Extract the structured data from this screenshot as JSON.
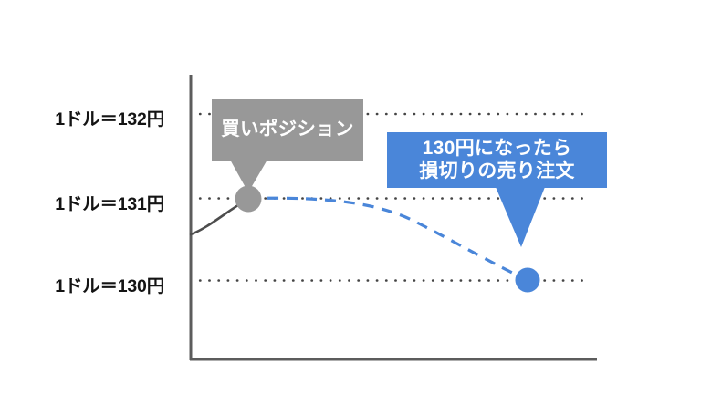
{
  "figure": {
    "title_visible": false,
    "background_color": "#ffffff",
    "gray_color": "#989898",
    "blue_color": "#4a86d9",
    "axis_color": "#5a5a5a",
    "curve_gray_color": "#4d4d4d"
  },
  "axis_labels": {
    "level_132": "1ドル＝132円",
    "level_131": "1ドル＝131円",
    "level_130": "1ドル＝130円"
  },
  "callouts": {
    "buy_position": {
      "lines": [
        "買いポジション"
      ],
      "color": "#989898",
      "text_color": "#ffffff"
    },
    "stop_loss": {
      "lines": [
        "130円になったら",
        "損切りの売り注文"
      ],
      "color": "#4a86d9",
      "text_color": "#ffffff"
    }
  },
  "markers": {
    "entry": {
      "label": "買いポジション",
      "price": 131,
      "color": "#989898"
    },
    "stop": {
      "label": "損切りの売り注文",
      "price": 130,
      "color": "#4a86d9"
    }
  },
  "chart_data": {
    "type": "line",
    "title": "",
    "xlabel": "",
    "ylabel": "",
    "grid": true,
    "gridlines_y": [
      132,
      131,
      130
    ],
    "ytick_labels": [
      "1ドル＝132円",
      "1ドル＝131円",
      "1ドル＝130円"
    ],
    "ylim": [
      129.1,
      132.6
    ],
    "xlim": [
      0,
      10
    ],
    "legend": "none",
    "series": [
      {
        "name": "past-rate",
        "style": "solid",
        "color": "#4d4d4d",
        "x": [
          0.0,
          0.45,
          0.9,
          1.4
        ],
        "y": [
          130.58,
          130.72,
          130.9,
          131.0
        ]
      },
      {
        "name": "projected-rate",
        "style": "dashed",
        "color": "#4a86d9",
        "x": [
          1.4,
          3.0,
          4.3,
          5.5,
          6.6,
          7.5,
          8.3
        ],
        "y": [
          131.0,
          131.0,
          130.97,
          130.86,
          130.6,
          130.27,
          130.0
        ]
      }
    ],
    "points": [
      {
        "name": "entry-point",
        "x": 1.4,
        "y": 131.0,
        "color": "#989898"
      },
      {
        "name": "stop-point",
        "x": 8.3,
        "y": 130.0,
        "color": "#4a86d9"
      }
    ],
    "annotations": [
      {
        "name": "buy-position-callout",
        "text": "買いポジション",
        "target": "entry-point"
      },
      {
        "name": "stop-loss-callout",
        "text": "130円になったら 損切りの売り注文",
        "target": "stop-point"
      }
    ]
  }
}
